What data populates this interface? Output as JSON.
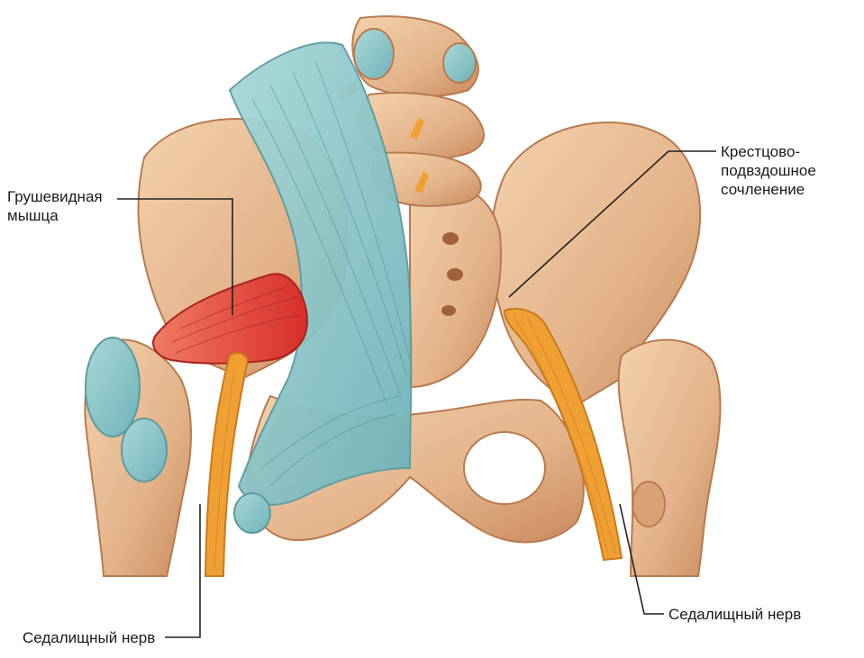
{
  "labels": {
    "piriformis": [
      "Грушевидная",
      "мышца"
    ],
    "sacroiliac_joint": [
      "Крестцово-",
      "подвздошное",
      "сочленение"
    ],
    "sciatic_nerve_left": "Седалищный нерв",
    "sciatic_nerve_right": "Седалищный нерв"
  },
  "colors": {
    "bone": "#e6b88e",
    "bone_shadow": "#c98a5d",
    "ligament": "#8fc9cc",
    "muscle": "#e2483a",
    "nerve": "#f0a032",
    "leader_line": "#222222"
  }
}
